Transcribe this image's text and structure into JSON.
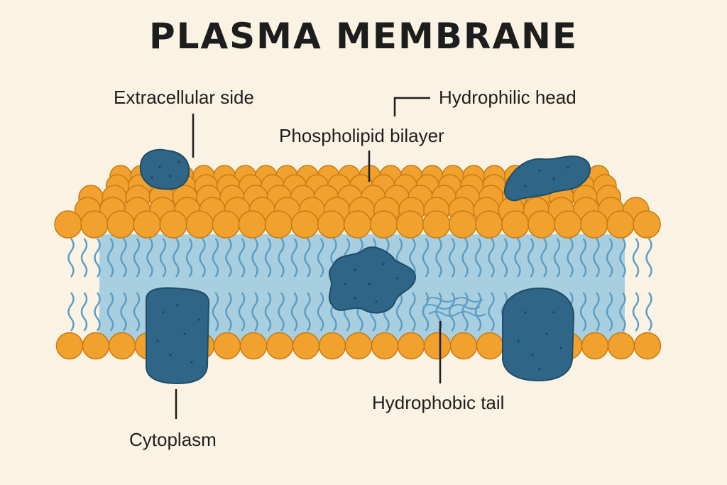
{
  "title": "PLASMA MEMBRANE",
  "labels": {
    "extracellular": "Extracellular side",
    "hydrophilic_head": "Hydrophilic head",
    "phospholipid_bilayer": "Phospholipid bilayer",
    "hydrophobic_tail": "Hydrophobic tail",
    "cytoplasm": "Cytoplasm"
  },
  "colors": {
    "background": "#faf2e3",
    "head": "#f0a12e",
    "head_edge": "#c97a12",
    "tail": "#5b9cc4",
    "core": "#a8cfe0",
    "protein": "#2f6587",
    "protein_edge": "#1f4c68",
    "text": "#1e1e1e"
  },
  "icons": [
    "phospholipid-head-icon",
    "protein-icon"
  ]
}
